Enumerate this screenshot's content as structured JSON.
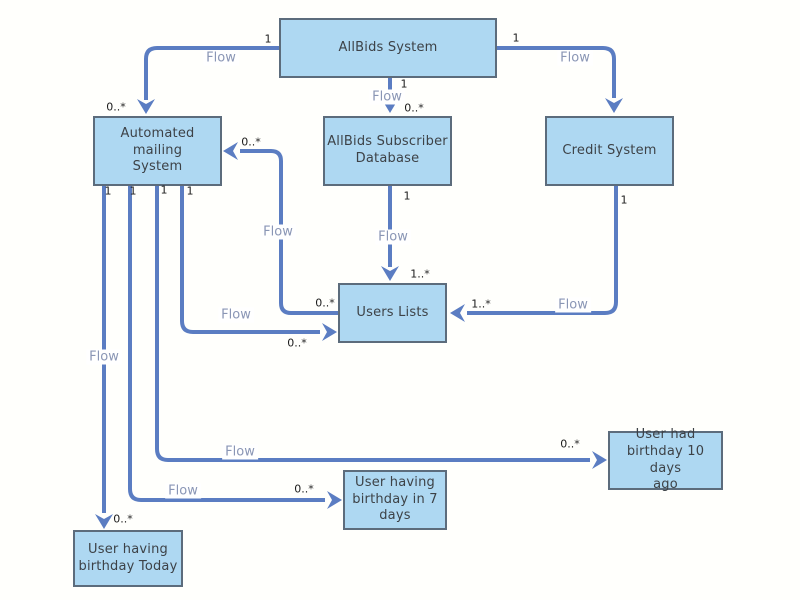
{
  "diagram": {
    "type": "data-flow-diagram",
    "colors": {
      "node_fill": "#aed8f2",
      "node_border": "#5c6c7c",
      "connector": "#5b7dc2",
      "flow_label": "#8a96b5",
      "multiplicity_label": "#1c1c1c",
      "background": "#fffffc"
    },
    "nodes": [
      {
        "id": "allbids-system",
        "label": "AllBids System"
      },
      {
        "id": "automated-mailing-system",
        "label": "Automated mailing\nSystem"
      },
      {
        "id": "allbids-subscriber-database",
        "label": "AllBids Subscriber\nDatabase"
      },
      {
        "id": "credit-system",
        "label": "Credit System"
      },
      {
        "id": "users-lists",
        "label": "Users Lists"
      },
      {
        "id": "user-had-birthday-10-days-ago",
        "label": "User had\nbirthday 10 days\nago"
      },
      {
        "id": "user-having-birthday-in-7-days",
        "label": "User having\nbirthday in 7\ndays"
      },
      {
        "id": "user-having-birthday-today",
        "label": "User having\nbirthday Today"
      }
    ],
    "edges": [
      {
        "from": "allbids-system",
        "to": "automated-mailing-system",
        "label": "Flow",
        "source_mult": "1",
        "target_mult": "0..*"
      },
      {
        "from": "allbids-system",
        "to": "credit-system",
        "label": "Flow",
        "source_mult": "1"
      },
      {
        "from": "allbids-system",
        "to": "allbids-subscriber-database",
        "label": "Flow",
        "source_mult": "1",
        "target_mult": "0..*"
      },
      {
        "from": "allbids-subscriber-database",
        "to": "users-lists",
        "label": "Flow",
        "source_mult": "1",
        "target_mult": "1..*"
      },
      {
        "from": "credit-system",
        "to": "users-lists",
        "label": "Flow",
        "source_mult": "1",
        "target_mult": "1..*"
      },
      {
        "from": "users-lists",
        "to": "automated-mailing-system",
        "label": "Flow",
        "source_mult": "0..*",
        "target_mult": "0..*"
      },
      {
        "from": "automated-mailing-system",
        "to": "users-lists",
        "label": "Flow",
        "source_mult": "1",
        "target_mult": "0..*"
      },
      {
        "from": "automated-mailing-system",
        "to": "user-had-birthday-10-days-ago",
        "label": "Flow",
        "source_mult": "1",
        "target_mult": "0..*"
      },
      {
        "from": "automated-mailing-system",
        "to": "user-having-birthday-in-7-days",
        "label": "Flow",
        "source_mult": "1",
        "target_mult": "0..*"
      },
      {
        "from": "automated-mailing-system",
        "to": "user-having-birthday-today",
        "label": "Flow",
        "source_mult": "1",
        "target_mult": "0..*"
      }
    ]
  }
}
